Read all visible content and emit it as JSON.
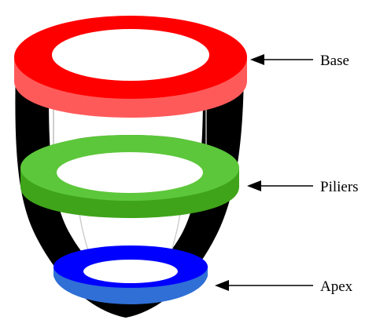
{
  "diagram": {
    "labels": {
      "base": "Base",
      "piliers": "Piliers",
      "apex": "Apex"
    },
    "colors": {
      "base_ring_top": "#ff0000",
      "base_ring_side": "#ff5a5a",
      "piliers_ring_top": "#5cc73a",
      "piliers_ring_side": "#3fa41a",
      "apex_ring_top": "#0000ff",
      "apex_ring_side": "#2f6fd6",
      "apex_inner": "#3b86f0",
      "wall_dark": "#000000",
      "wall_green": "#4f9e2a",
      "arrow": "#000000"
    }
  }
}
